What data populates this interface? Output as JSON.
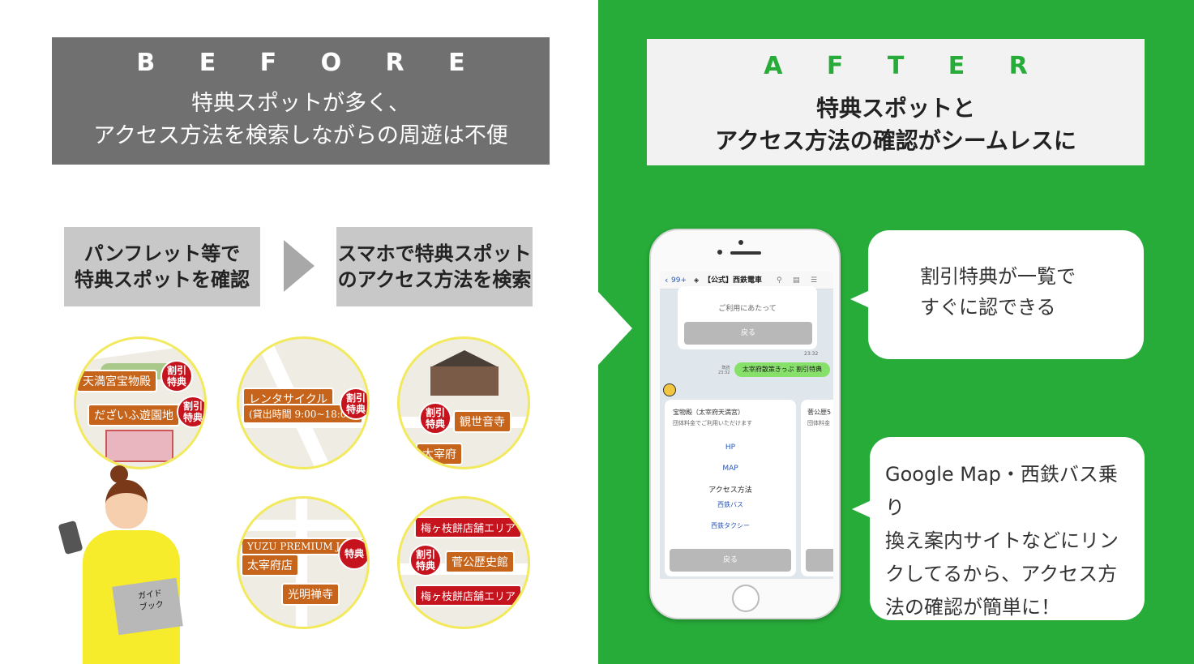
{
  "before": {
    "title": "B E F O R E",
    "desc_line1": "特典スポットが多く、",
    "desc_line2": "アクセス方法を検索しながらの周遊は不便",
    "step1_line1": "パンフレット等で",
    "step1_line2": "特典スポットを確認",
    "step2_line1": "スマホで特典スポット",
    "step2_line2": "のアクセス方法を検索"
  },
  "circles": {
    "c1_tag1": "天満宮宝物殿",
    "c1_tag2": "だざいふ遊園地",
    "c2_tag1": "レンタサイクル",
    "c2_tag2": "(貸出時間 9:00~18:00)",
    "c3_tag1": "観世音寺",
    "c3_tag2": "太宰府",
    "c4_tag1": "YUZU PREMIUM JAPAN",
    "c4_tag2": "太宰府店",
    "c4_tag3": "光明禅寺",
    "c5_tag1": "梅ヶ枝餅店舗エリア",
    "c5_tag2": "菅公歴史館",
    "c5_tag3": "梅ヶ枝餅店舗エリア",
    "badge_discount": "割引\n特典",
    "badge_benefit": "特典"
  },
  "illustration": {
    "guidebook_label": "ガイド\nブック"
  },
  "after": {
    "title": "A F T E R",
    "desc_line1": "特典スポットと",
    "desc_line2": "アクセス方法の確認がシームレスに"
  },
  "bubble1": {
    "line1": "割引特典が一覧で",
    "line2": "すぐに認できる"
  },
  "bubble2": {
    "line1": "Google Map・西鉄バス乗り",
    "line2": "換え案内サイトなどにリン",
    "line3": "クしてるから、アクセス方",
    "line4": "法の確認が簡単に！"
  },
  "phone": {
    "back_count": "99+",
    "chat_title": "【公式】西鉄電車",
    "usage_text": "ご利用にあたって",
    "back_button": "戻る",
    "time1": "23:32",
    "read_label": "既読\n23:32",
    "user_message": "太宰府散策きっぷ 割引特典",
    "card_title": "宝物殿（太宰府天満宮）",
    "card_subtitle": "団体料金でご利用いただけます",
    "link_hp": "HP",
    "link_map": "MAP",
    "access_heading": "アクセス方法",
    "link_bus": "西鉄バス",
    "link_taxi": "西鉄タクシー",
    "card2_title": "菅公歴5",
    "card2_subtitle": "団体料金",
    "card_back_button": "戻る"
  },
  "colors": {
    "green": "#27ac39",
    "before_gray": "#707070",
    "tag_orange": "#c5641a",
    "badge_red": "#c5141e",
    "circle_border": "#f2ea5c"
  }
}
